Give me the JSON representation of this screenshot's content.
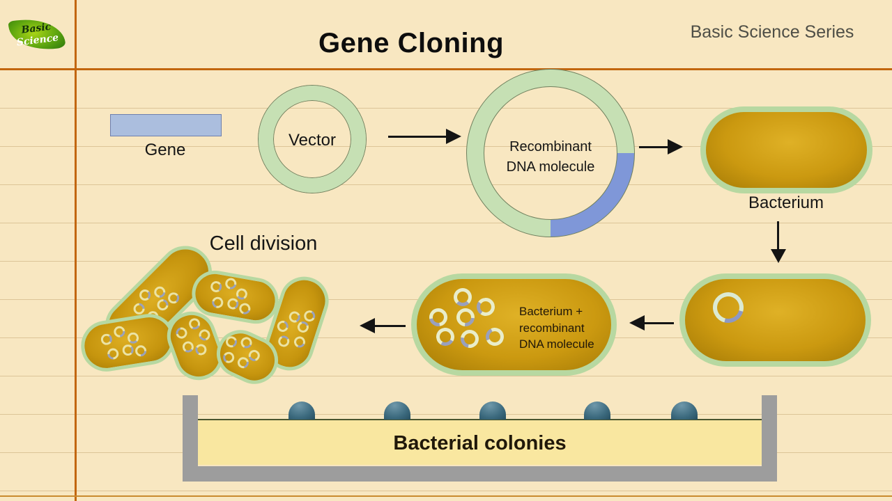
{
  "header": {
    "logo_line1": "Basic",
    "logo_line2": "Science",
    "title": "Gene Cloning",
    "series": "Basic Science Series"
  },
  "labels": {
    "gene": "Gene",
    "vector": "Vector",
    "recombinant_1": "Recombinant",
    "recombinant_2": "DNA molecule",
    "bacterium": "Bacterium",
    "cell_division": "Cell division",
    "transformed_1": "Bacterium +",
    "transformed_2": "recombinant",
    "transformed_3": "DNA molecule",
    "colonies": "Bacterial colonies"
  },
  "counts": {
    "plasmids_in_transformed_bacterium": 7,
    "dividing_bacteria": 6,
    "colonies": 5
  },
  "colors": {
    "background": "#f8e7c1",
    "margin_line": "#c2660e",
    "gene_fill": "#abbede",
    "plasmid_green": "#c6e0b4",
    "insert_blue": "#7f97d8",
    "bacterium_gold": "#cb9910",
    "bacterium_border_green": "#b7d8a1",
    "colony_teal": "#3c6a7e",
    "agar_yellow": "#f9e7a0",
    "tray_gray": "#9d9d9d"
  }
}
